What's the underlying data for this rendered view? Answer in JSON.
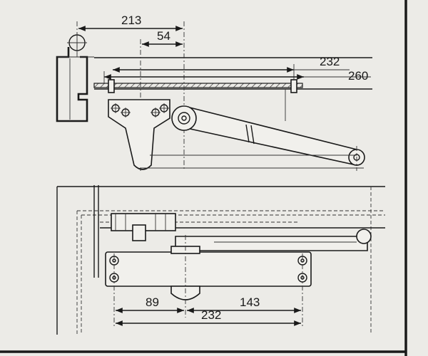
{
  "top_view": {
    "dim_213": "213",
    "dim_54": "54",
    "dim_232": "232",
    "dim_260": "260"
  },
  "front_view": {
    "dim_89": "89",
    "dim_143": "143",
    "dim_232": "232"
  }
}
